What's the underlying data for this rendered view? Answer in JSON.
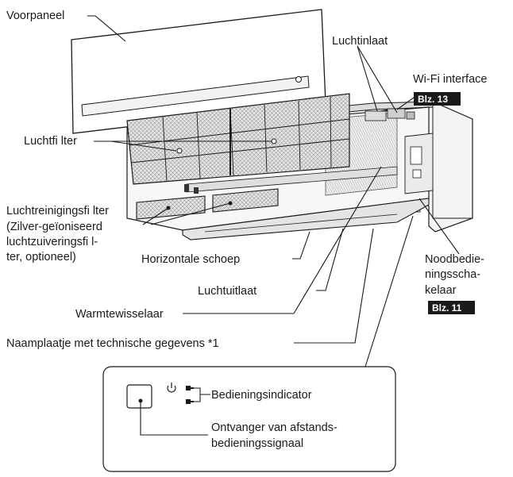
{
  "labels": {
    "front_panel": "Voorpaneel",
    "air_inlet": "Luchtinlaat",
    "wifi_interface": "Wi-Fi interface",
    "wifi_page": "Blz. 13",
    "air_filter": "Luchtfi lter",
    "purifying_filter_line1": "Luchtreinigingsfi lter",
    "purifying_filter_line2": "(Zilver-geïoniseerd",
    "purifying_filter_line3": "luchtzuiveringsfi l-",
    "purifying_filter_line4": "ter, optioneel)",
    "horizontal_vane": "Horizontale schoep",
    "air_outlet": "Luchtuitlaat",
    "heat_exchanger": "Warmtewisselaar",
    "nameplate": "Naamplaatje met technische gegevens *1",
    "emergency_line1": "Noodbedie-",
    "emergency_line2": "ningsscha-",
    "emergency_line3": "kelaar",
    "emergency_page": "Blz. 11",
    "operation_indicator": "Bedieningsindicator",
    "receiver_line1": "Ontvanger van afstands-",
    "receiver_line2": "bedieningssignaal"
  },
  "colors": {
    "line": "#1a1a1a",
    "badge_bg": "#1a1a1a",
    "badge_text": "#ffffff",
    "body_light": "#f0f0f0",
    "body_mid": "#d6d6d6",
    "filter_mesh": "#9a9a9a"
  }
}
